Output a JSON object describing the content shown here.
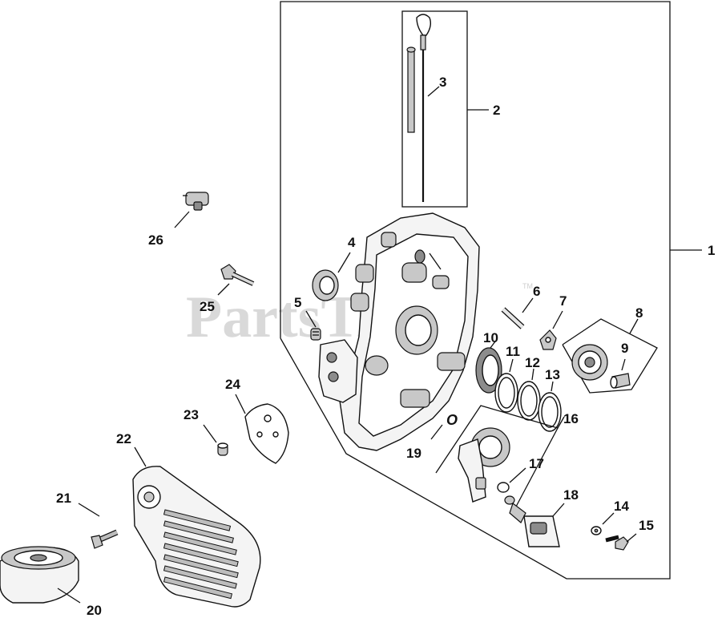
{
  "watermark": {
    "text": "PartsTree",
    "tm": "TM"
  },
  "callouts": {
    "n1": "1",
    "n2": "2",
    "n3": "3",
    "n4": "4",
    "n5": "5",
    "n6": "6",
    "n7": "7",
    "n8": "8",
    "n9": "9",
    "n10": "10",
    "n11": "11",
    "n12": "12",
    "n13": "13",
    "n14": "14",
    "n15": "15",
    "n16": "16",
    "n17": "17",
    "n18": "18",
    "n19": "19",
    "n20": "20",
    "n21": "21",
    "n22": "22",
    "n23": "23",
    "n24": "24",
    "n25": "25",
    "n26": "26",
    "oring19": "O"
  }
}
